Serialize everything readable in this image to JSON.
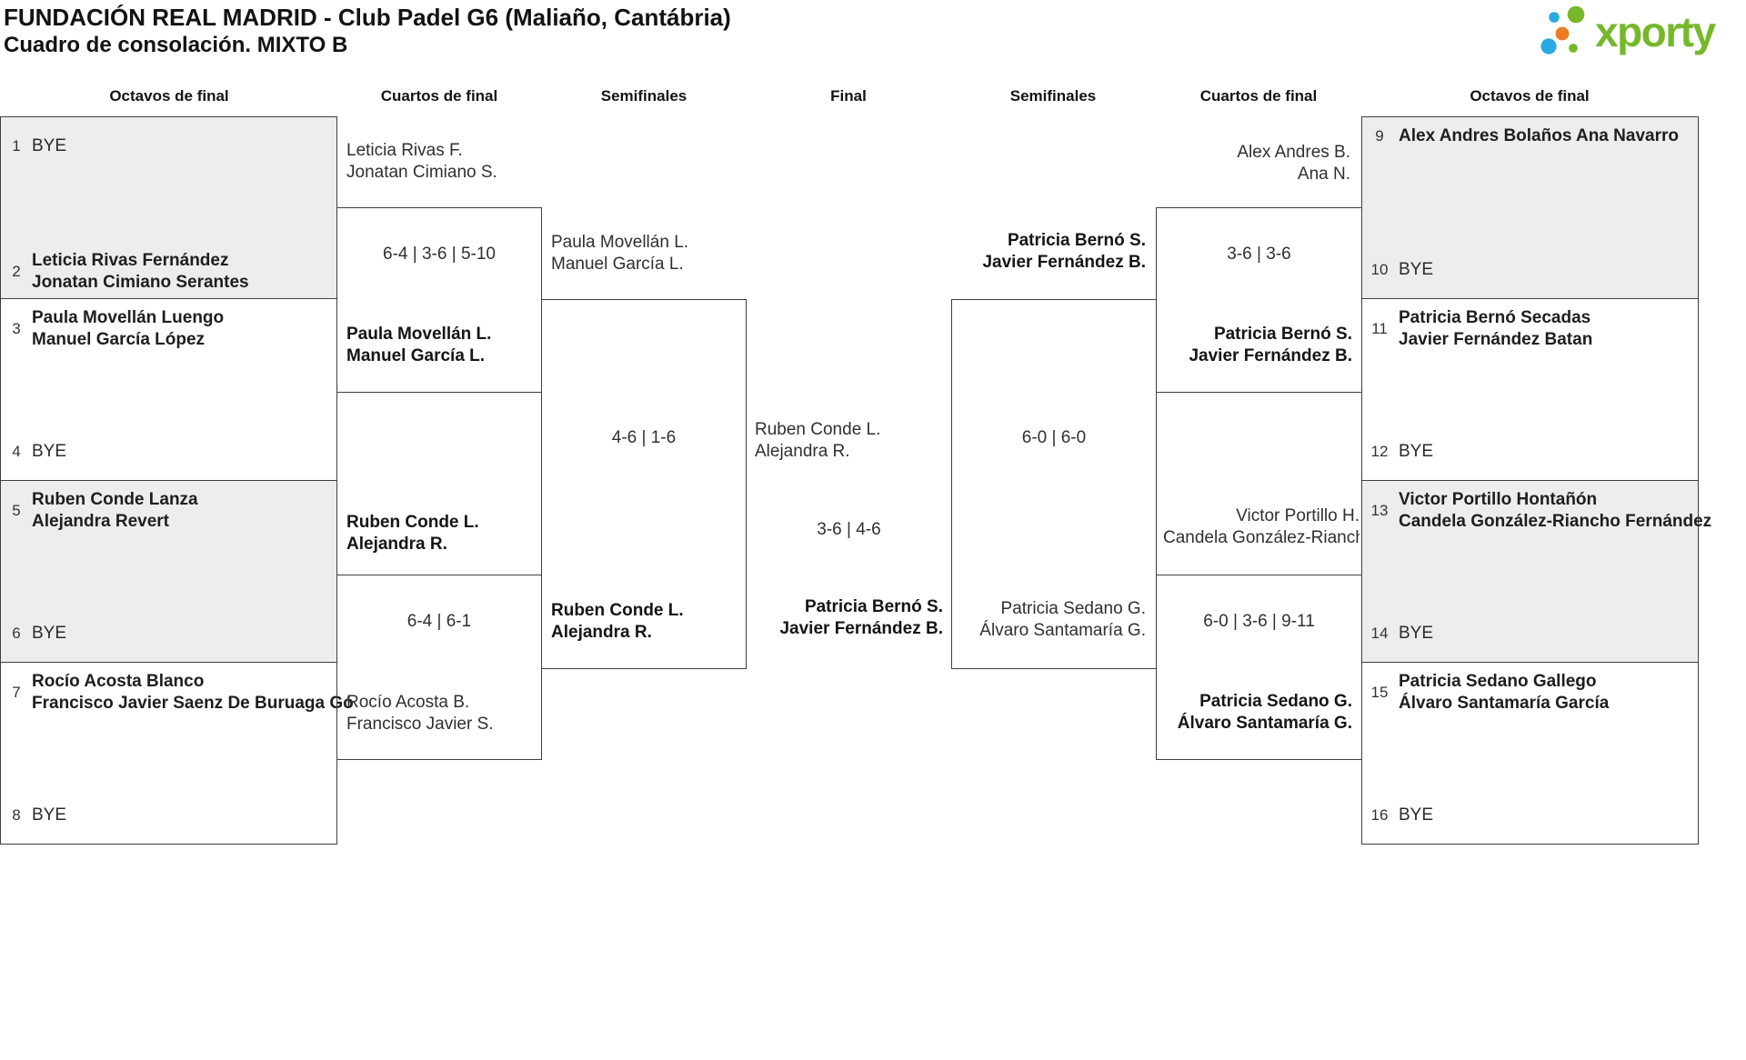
{
  "title": {
    "line1": "FUNDACIÓN REAL MADRID - Club Padel G6 (Maliaño, Cantábria)",
    "line2": "Cuadro de consolación. MIXTO B"
  },
  "logo": {
    "text": "xporty"
  },
  "colors": {
    "brand_green": "#76b82a",
    "brand_blue": "#29a9e1",
    "brand_orange": "#ee7b1e",
    "section_gray": "#ededed",
    "line": "#3f3f3f"
  },
  "round_headers": [
    "Octavos de final",
    "Cuartos de final",
    "Semifinales",
    "Final",
    "Semifinales",
    "Cuartos de final",
    "Octavos de final"
  ],
  "seeds_left": [
    {
      "n": "1",
      "lines": [
        "BYE"
      ]
    },
    {
      "n": "2",
      "lines": [
        "Leticia Rivas Fernández",
        "Jonatan Cimiano Serantes"
      ]
    },
    {
      "n": "3",
      "lines": [
        "Paula Movellán Luengo",
        "Manuel García López"
      ]
    },
    {
      "n": "4",
      "lines": [
        "BYE"
      ]
    },
    {
      "n": "5",
      "lines": [
        "Ruben Conde Lanza",
        "Alejandra Revert"
      ]
    },
    {
      "n": "6",
      "lines": [
        "BYE"
      ]
    },
    {
      "n": "7",
      "lines": [
        "Rocío Acosta Blanco",
        "Francisco Javier Saenz De Buruaga Gó"
      ]
    },
    {
      "n": "8",
      "lines": [
        "BYE"
      ]
    }
  ],
  "seeds_right": [
    {
      "n": "9",
      "lines": [
        "Alex Andres Bolaños",
        "Ana Navarro"
      ]
    },
    {
      "n": "10",
      "lines": [
        "BYE"
      ]
    },
    {
      "n": "11",
      "lines": [
        "Patricia Bernó Secadas",
        "Javier Fernández Batan"
      ]
    },
    {
      "n": "12",
      "lines": [
        "BYE"
      ]
    },
    {
      "n": "13",
      "lines": [
        "Victor Portillo Hontañón",
        "Candela González-Riancho Fernández"
      ]
    },
    {
      "n": "14",
      "lines": [
        "BYE"
      ]
    },
    {
      "n": "15",
      "lines": [
        "Patricia Sedano Gallego",
        "Álvaro Santamaría García"
      ]
    },
    {
      "n": "16",
      "lines": [
        "BYE"
      ]
    }
  ],
  "matches": {
    "qf_l1": {
      "team1": [
        "Leticia Rivas F.",
        "Jonatan Cimiano S."
      ],
      "score": "6-4 | 3-6 | 5-10",
      "team2": [
        "Paula Movellán L.",
        "Manuel García L."
      ],
      "winner": "team2"
    },
    "qf_l2": {
      "team1": [
        "Ruben Conde L.",
        "Alejandra R."
      ],
      "score": "6-4 | 6-1",
      "team2": [
        "Rocío Acosta B.",
        "Francisco Javier S."
      ],
      "winner": "team1"
    },
    "sf_l": {
      "team1": [
        "Paula Movellán L.",
        "Manuel García L."
      ],
      "score": "4-6 | 1-6",
      "team2": [
        "Ruben Conde L.",
        "Alejandra R."
      ],
      "winner": "team2"
    },
    "final": {
      "team1": [
        "Ruben Conde L.",
        "Alejandra R."
      ],
      "score": "3-6 | 4-6",
      "team2": [
        "Patricia Bernó S.",
        "Javier Fernández B."
      ],
      "winner": "team2"
    },
    "sf_r": {
      "team1": [
        "Patricia Bernó S.",
        "Javier Fernández B."
      ],
      "score": "6-0 | 6-0",
      "team2": [
        "Patricia Sedano G.",
        "Álvaro Santamaría G."
      ],
      "winner": "team1"
    },
    "qf_r1": {
      "team1": [
        "Alex Andres B.",
        "Ana N."
      ],
      "score": "3-6 | 3-6",
      "team2": [
        "Patricia Bernó S.",
        "Javier Fernández B."
      ],
      "winner": "team2"
    },
    "qf_r2": {
      "team1": [
        "Victor Portillo H.",
        "Candela González-Riancho Fernández"
      ],
      "score": "6-0 | 3-6 | 9-11",
      "team2": [
        "Patricia Sedano G.",
        "Álvaro Santamaría G."
      ],
      "winner": "team2"
    }
  }
}
